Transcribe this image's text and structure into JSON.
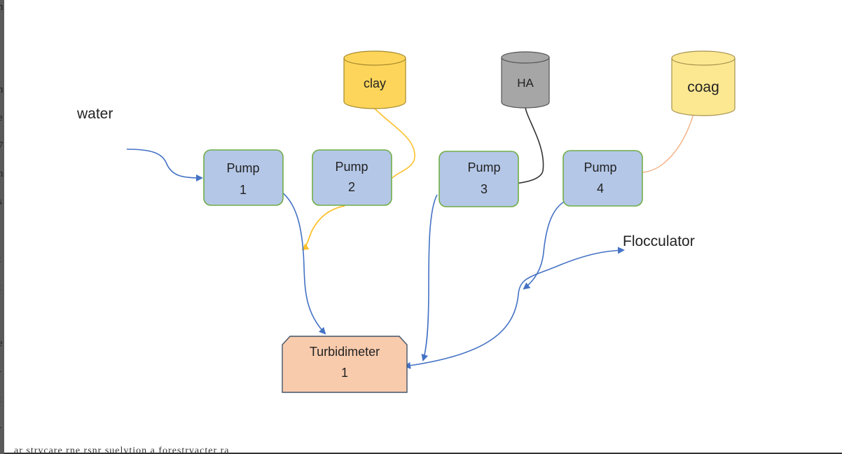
{
  "labels": {
    "water": "water",
    "flocculator": "Flocculator"
  },
  "tanks": {
    "clay": {
      "label": "clay",
      "color": "#fdd55a"
    },
    "ha": {
      "label": "HA",
      "color": "#a6a6a6"
    },
    "coag": {
      "label": "coag",
      "color": "#fde892"
    }
  },
  "pumps": [
    {
      "line1": "Pump",
      "line2": "1"
    },
    {
      "line1": "Pump",
      "line2": "2"
    },
    {
      "line1": "Pump",
      "line2": "3"
    },
    {
      "line1": "Pump",
      "line2": "4"
    }
  ],
  "turbidimeter": {
    "line1": "Turbidimeter",
    "line2": "1",
    "color": "#f8cbad"
  },
  "colors": {
    "pump_fill": "#b4c7e7",
    "pump_stroke": "#70ad47",
    "water_line": "#4472c4",
    "clay_line": "#fcc02c",
    "ha_line": "#333333",
    "coag_line": "#f4b183"
  },
  "margin_fragments": {
    "left": [
      "n",
      "n",
      "e",
      "7",
      "n",
      "s",
      "t",
      "t",
      "e",
      "-",
      "t",
      "-"
    ],
    "bottom": "ar   strvcare   rne   rsnr   suelvtion   a   forestrvacter   ra"
  }
}
